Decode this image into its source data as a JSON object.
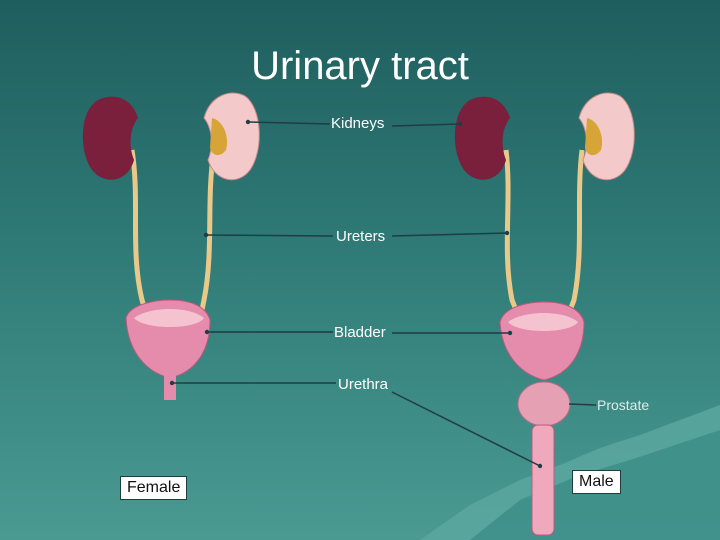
{
  "title": "Urinary tract",
  "labels": {
    "kidneys": "Kidneys",
    "ureters": "Ureters",
    "bladder": "Bladder",
    "urethra": "Urethra",
    "prostate": "Prostate"
  },
  "boxes": {
    "female": "Female",
    "male": "Male"
  },
  "colors": {
    "background": "#2f7a76",
    "kidney": "#7a1f3c",
    "kidney_section": "#f3c9c9",
    "pelvis": "#d7a537",
    "ureter": "#e8c98a",
    "bladder": "#e58cac",
    "leader_line": "#1e3d45"
  }
}
